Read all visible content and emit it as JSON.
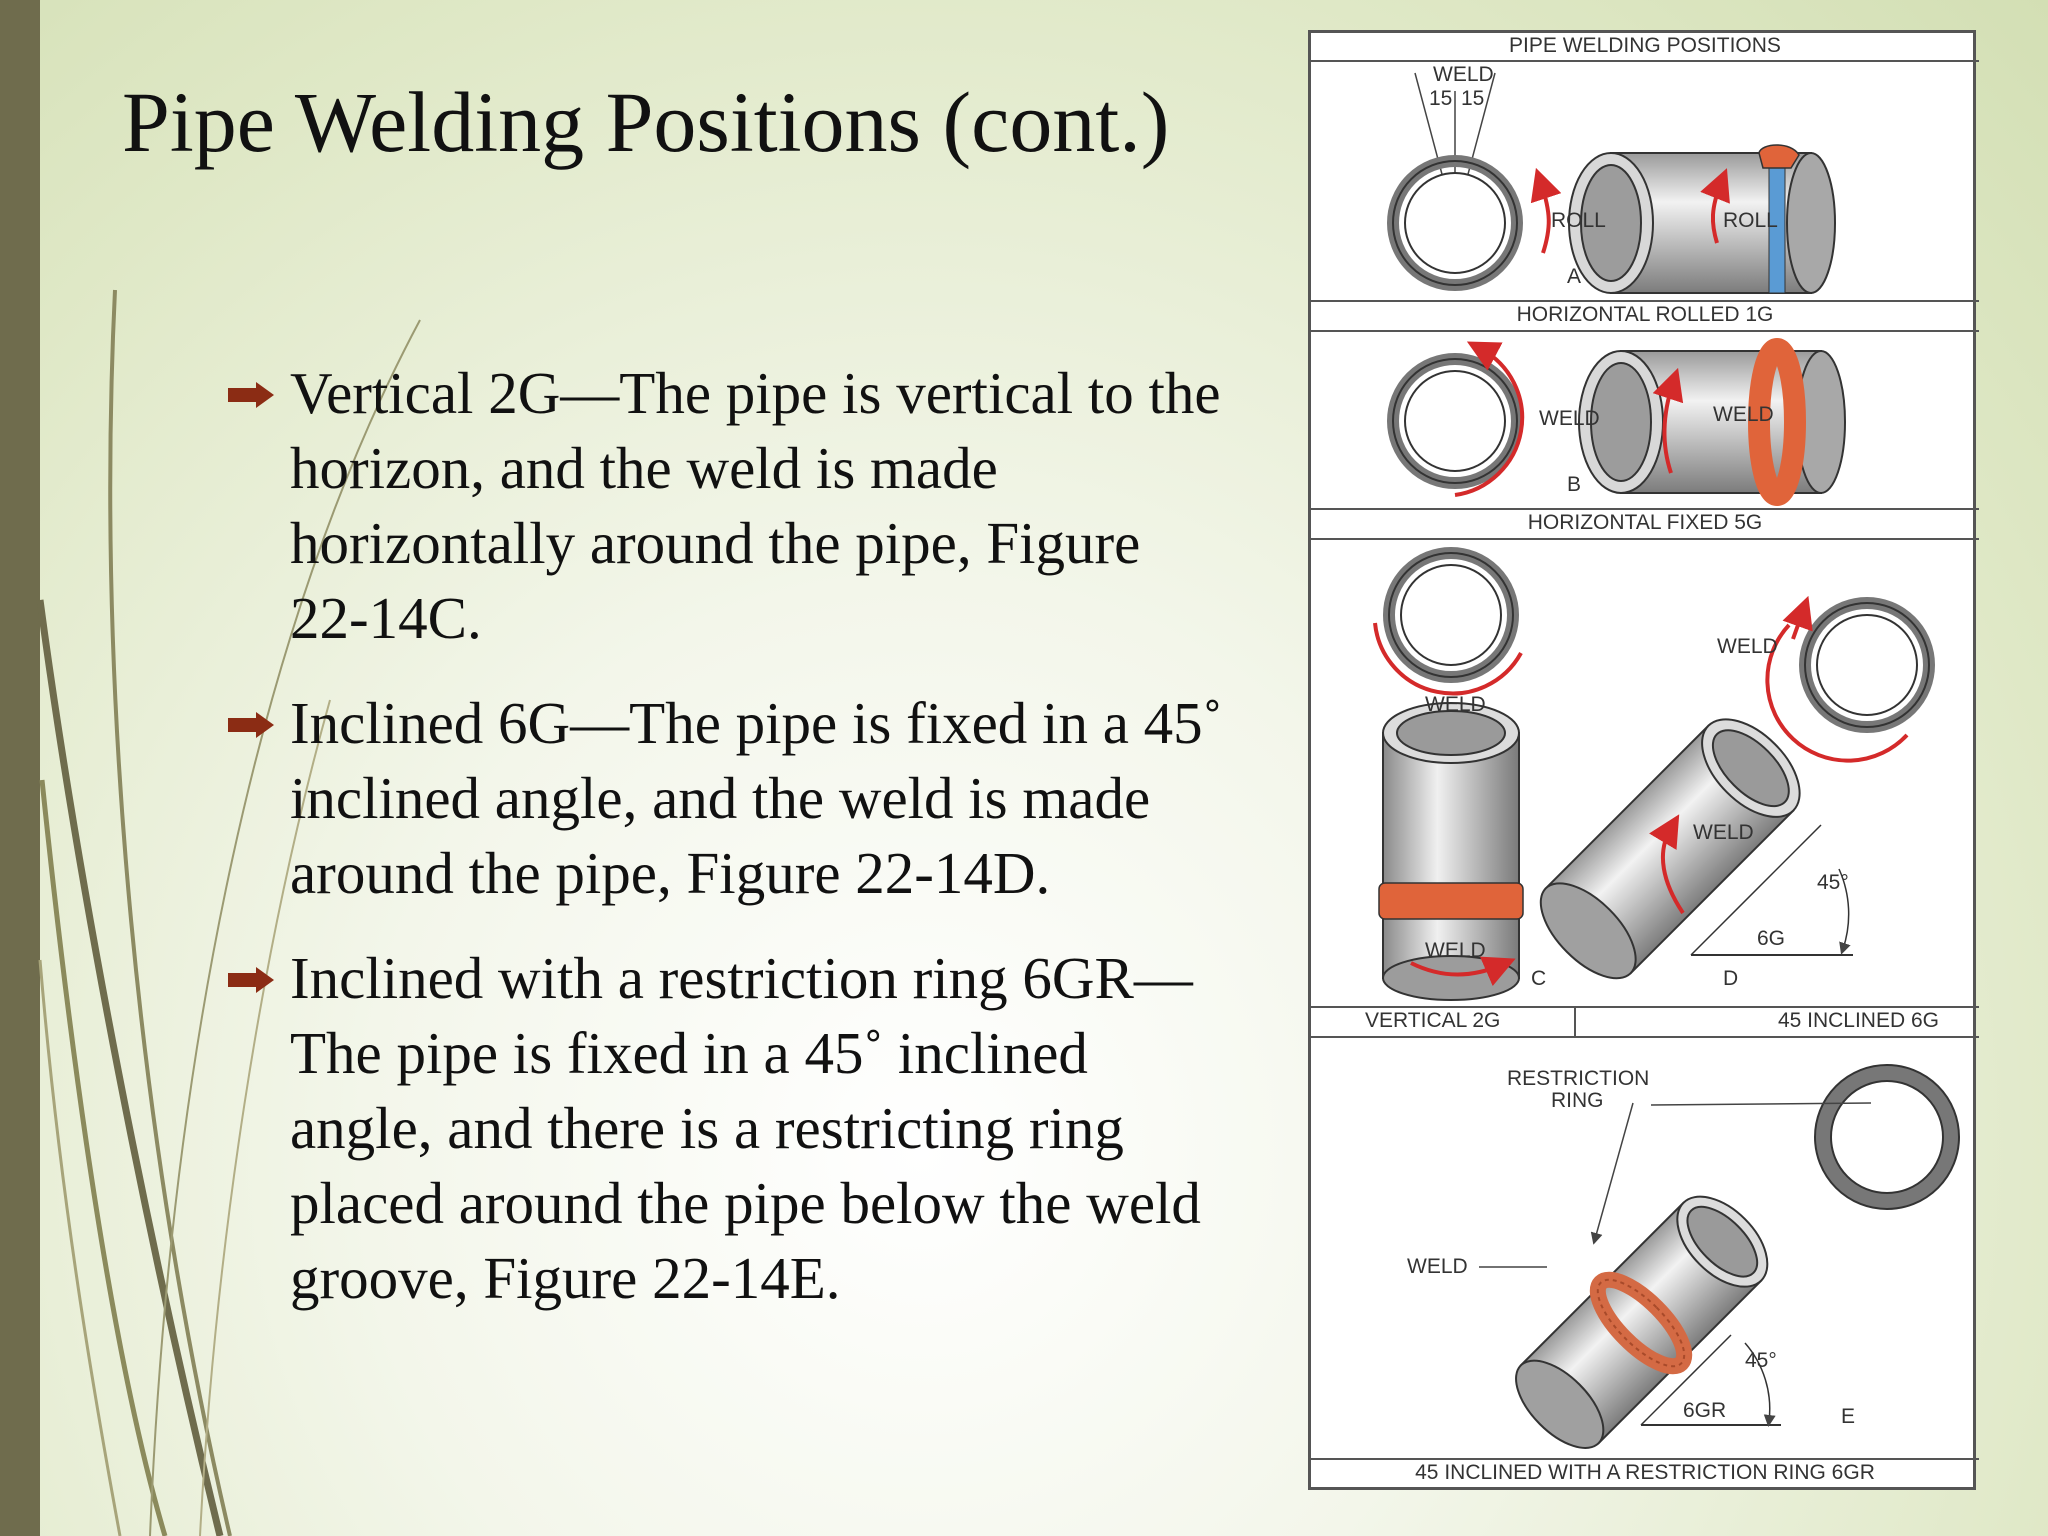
{
  "slide": {
    "title": "Pipe Welding Positions (cont.)",
    "bullets": [
      "Vertical 2G—The pipe is vertical to the horizon, and the weld is made horizontally around the pipe, Figure 22-14C.",
      "Inclined 6G—The pipe is fixed in a 45˚   inclined angle, and the weld is made around the pipe, Figure 22-14D.",
      "Inclined with a restriction ring 6GR—The pipe is fixed in a 45˚ inclined angle, and there is a restricting ring placed around the pipe below the weld groove, Figure 22-14E."
    ],
    "bullet_icon": "arrow-bullet-icon",
    "colors": {
      "accent": "#8b2c14",
      "sidebar": "#6f6c4d",
      "weld": "#e0643a",
      "arrow": "#d42a2a"
    }
  },
  "figure": {
    "header": "PIPE WELDING POSITIONS",
    "panel_a": {
      "weld": "WELD",
      "angle_left": "15",
      "angle_right": "15",
      "roll_1": "ROLL",
      "roll_2": "ROLL",
      "letter": "A",
      "caption": "HORIZONTAL ROLLED 1G"
    },
    "panel_b": {
      "weld_1": "WELD",
      "weld_2": "WELD",
      "letter": "B",
      "caption": "HORIZONTAL FIXED 5G"
    },
    "panel_cd": {
      "weld_ring_c": "WELD",
      "weld_pipe_c": "WELD",
      "weld_ring_d": "WELD",
      "weld_pipe_d": "WELD",
      "angle": "45°",
      "position": "6G",
      "letter_c": "C",
      "letter_d": "D",
      "caption_c": "VERTICAL 2G",
      "caption_d": "45 INCLINED 6G"
    },
    "panel_e": {
      "restriction_1": "RESTRICTION",
      "restriction_2": "RING",
      "weld": "WELD",
      "angle": "45°",
      "position": "6GR",
      "letter": "E",
      "caption": "45 INCLINED WITH A RESTRICTION RING 6GR"
    }
  }
}
